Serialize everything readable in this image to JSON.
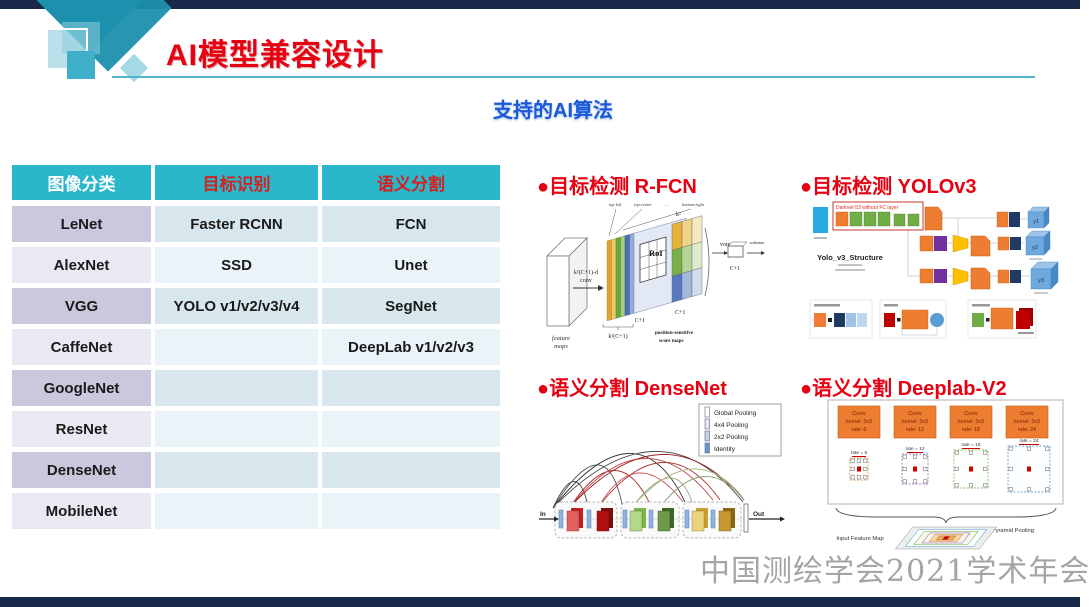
{
  "slide": {
    "title": "AI模型兼容设计",
    "subtitle": "支持的AI算法",
    "watermark": "中国测绘学会2021学术年会"
  },
  "colors": {
    "accent_red": "#e60012",
    "teal": "#1d90ad",
    "navy": "#18294a",
    "subtitle_blue": "#1a5ad7",
    "table_header_teal": "#2ab7c9"
  },
  "table": {
    "headers": [
      "图像分类",
      "目标识别",
      "语义分割"
    ],
    "rows": [
      {
        "classification": "LeNet",
        "detection": "Faster RCNN",
        "segmentation": "FCN"
      },
      {
        "classification": "AlexNet",
        "detection": "SSD",
        "segmentation": "Unet"
      },
      {
        "classification": "VGG",
        "detection": "YOLO v1/v2/v3/v4",
        "segmentation": "SegNet"
      },
      {
        "classification": "CaffeNet",
        "detection": "",
        "segmentation": "DeepLab v1/v2/v3"
      },
      {
        "classification": "GoogleNet",
        "detection": "",
        "segmentation": ""
      },
      {
        "classification": "ResNet",
        "detection": "",
        "segmentation": ""
      },
      {
        "classification": "DenseNet",
        "detection": "",
        "segmentation": ""
      },
      {
        "classification": "MobileNet",
        "detection": "",
        "segmentation": ""
      }
    ]
  },
  "sections": {
    "rfcn": {
      "heading": "●目标检测 R-FCN",
      "labels": {
        "feature1": "feature",
        "feature2": "maps",
        "conv1": "k²(C+1)-d",
        "conv2": "conv",
        "top_left": "top-left",
        "top_center": "top-center",
        "dots": "…",
        "bottom_right": "bottom-right",
        "roi": "RoI",
        "c1_left": "C+1",
        "k2c1": "k²(C+1)",
        "score1": "position-sensitive",
        "score2": "score maps",
        "k2": "k²",
        "c1_grid": "C+1",
        "vote": "vote",
        "c1_vote": "C+1",
        "softmax": "softmax"
      }
    },
    "yolov3": {
      "heading": "●目标检测 YOLOv3",
      "labels": {
        "darknet": "Darknet-53 without FC layer",
        "structure": "Yolo_v3_Structure",
        "y1": "y1",
        "y2": "y2",
        "y3": "y3"
      }
    },
    "densenet": {
      "heading": "●语义分割 DenseNet",
      "labels": {
        "in": "In",
        "out": "Out"
      },
      "legend": [
        "Global Pooling",
        "4x4 Pooling",
        "2x2 Pooling",
        "Identity"
      ]
    },
    "deeplab": {
      "heading": "●语义分割 Deeplab-V2",
      "conv_boxes": [
        {
          "l1": "Conv",
          "l2": "kernel: 3x3",
          "l3": "rate: 6",
          "rate": "rate = 6"
        },
        {
          "l1": "Conv",
          "l2": "kernel: 3x3",
          "l3": "rate: 12",
          "rate": "rate = 12"
        },
        {
          "l1": "Conv",
          "l2": "kernel: 3x3",
          "l3": "rate: 18",
          "rate": "rate = 18"
        },
        {
          "l1": "Conv",
          "l2": "kernel: 3x3",
          "l3": "rate: 24",
          "rate": "rate = 24"
        }
      ],
      "aspp": "Atrous Spatial Pyramid Pooling",
      "input_label": "Input Feature Map"
    }
  }
}
